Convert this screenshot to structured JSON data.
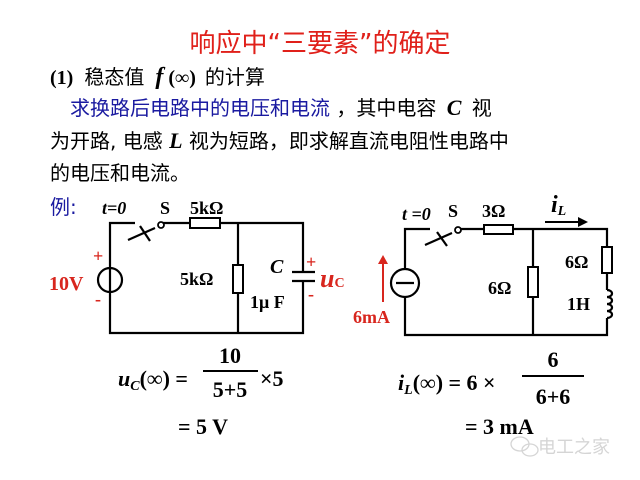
{
  "title": "响应中“三要素”的确定",
  "section": {
    "num": "(1)",
    "label": "稳态值",
    "func": "f",
    "arg": "(∞)",
    "suffix": "的计算"
  },
  "paragraph": {
    "highlight": "求换路后电路中的电压和电流",
    "line1_rest_a": "，其中电容",
    "cap_symbol": "C",
    "line1_rest_b": "视",
    "line2_a": "为开路, 电感",
    "ind_symbol": "L",
    "line2_b": "视为短路，即求解直流电阻性电路中",
    "line3": "的电压和电流。"
  },
  "example_label": "例:",
  "circuit1": {
    "switch_time": "t=0",
    "switch_label": "S",
    "r_series": "5kΩ",
    "source_value": "10V",
    "plus": "+",
    "minus": "-",
    "r_shunt": "5kΩ",
    "cap_label": "C",
    "cap_value": "1μ F",
    "voltage_symbol": "u",
    "voltage_sub": "C"
  },
  "circuit2": {
    "switch_time": "t =0",
    "switch_label": "S",
    "r_series": "3Ω",
    "current_symbol": "i",
    "current_sub": "L",
    "source_value": "6mA",
    "r_shunt": "6Ω",
    "r_branch": "6Ω",
    "inductor_value": "1H"
  },
  "equation1": {
    "lhs": "u",
    "lhs_sub": "C",
    "lhs_arg": "(∞) =",
    "numerator": "10",
    "denominator": "5+5",
    "times": "×5",
    "result": "= 5 V"
  },
  "equation2": {
    "lhs": "i",
    "lhs_sub": "L",
    "lhs_arg": "(∞) = 6 ×",
    "numerator": "6",
    "denominator": "6+6",
    "result": "= 3 mA"
  },
  "watermark": "电工之家",
  "colors": {
    "title": "#e0201a",
    "highlight": "#1a1aa0",
    "accent": "#d8261e"
  }
}
